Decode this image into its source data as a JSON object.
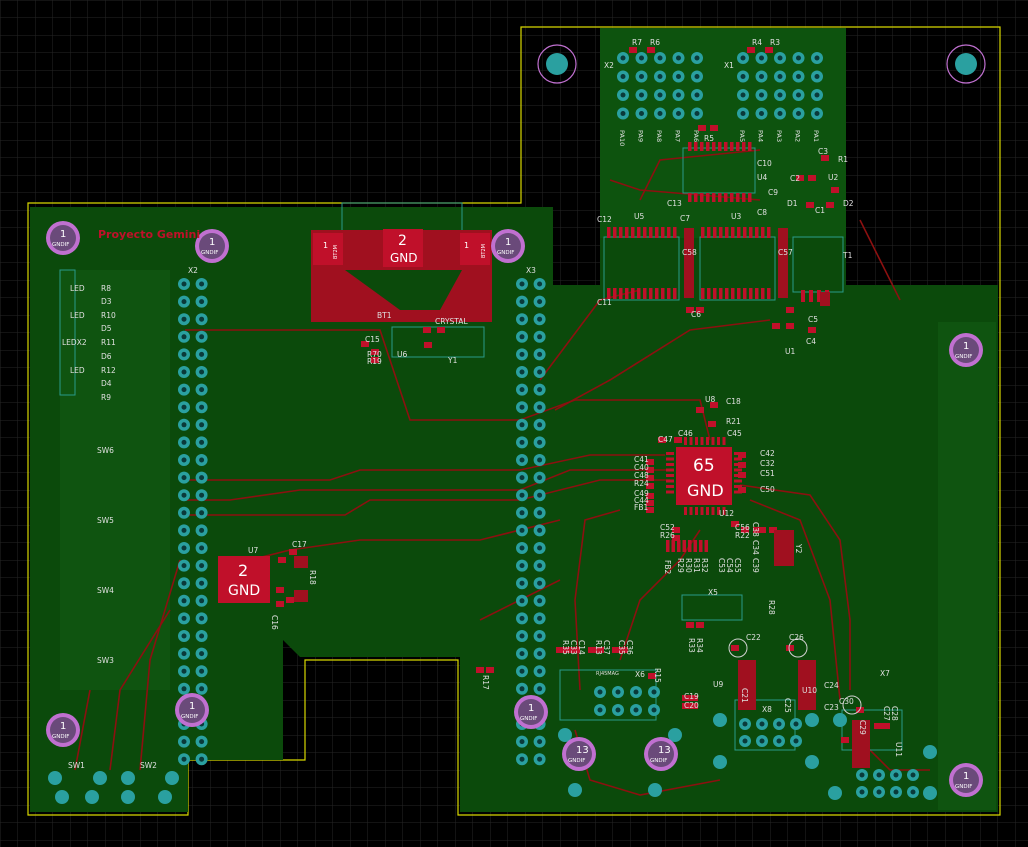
{
  "colors": {
    "background": "#000000",
    "grid": "#2a2a2a",
    "board_outline": "#d8d800",
    "copper_fill": "#0a4a0a",
    "copper_fill_light": "#0f5a10",
    "trace": "#a01010",
    "pad": "#c0102a",
    "mount_pad": "#2aa0a0",
    "mount_ring": "#c070d0",
    "silk": "#e0e0e0",
    "courtyard": "#2a9a8a"
  },
  "mounting_holes": [
    {
      "number": "1",
      "net": "GNDIF"
    },
    {
      "number": "1",
      "net": "GNDIF"
    },
    {
      "number": "1",
      "net": "GNDIF"
    },
    {
      "number": "1",
      "net": "GNDIF"
    },
    {
      "number": "1",
      "net": "GNDIF"
    },
    {
      "number": "1",
      "net": "GNDIF"
    },
    {
      "number": "1",
      "net": "GNDIF"
    },
    {
      "number": "1",
      "net": "GNDIF"
    },
    {
      "number": "13",
      "net": "GNDIF"
    },
    {
      "number": "13",
      "net": "GNDIF"
    }
  ],
  "big_pads": [
    {
      "number": "2",
      "net": "GND"
    },
    {
      "number": "65",
      "net": "GND"
    },
    {
      "number": "2",
      "net": "GND"
    }
  ],
  "battery_pads": [
    {
      "number": "1",
      "net": "BT2M"
    },
    {
      "number": "1",
      "net": "BT2M"
    }
  ],
  "references": {
    "bt1": "BT1",
    "crystal": "CRYSTAL",
    "y1": "Y1",
    "u6": "U6",
    "c15": "C15",
    "r70": "R70",
    "r19": "R19",
    "x2_left": "X2",
    "x3_right": "X3",
    "u7": "U7",
    "c17": "C17",
    "r18": "R18",
    "c16": "C16",
    "sw6": "SW6",
    "sw5": "SW5",
    "sw4": "SW4",
    "sw3": "SW3",
    "sw1": "SW1",
    "sw2": "SW2",
    "r8": "R8",
    "d3": "D3",
    "r10": "R10",
    "d5": "D5",
    "r11": "R11",
    "d6": "D6",
    "r12": "R12",
    "d4": "D4",
    "r9": "R9",
    "led1": "LED",
    "led2": "LED",
    "ledx2": "LEDX2",
    "led3": "LED",
    "r7": "R7",
    "r6": "R6",
    "r4": "R4",
    "r3": "R3",
    "x2_top": "X2",
    "x1_top": "X1",
    "r5": "R5",
    "c10": "C10",
    "c9": "C9",
    "u4": "U4",
    "c13": "C13",
    "c7": "C7",
    "u3": "U3",
    "c8": "C8",
    "u5": "U5",
    "c12": "C12",
    "r1": "R1",
    "u2": "U2",
    "c2": "C2",
    "c3": "C3",
    "d1": "D1",
    "d2": "D2",
    "c1": "C1",
    "c58": "C58",
    "c57": "C57",
    "t1": "T1",
    "c11": "C11",
    "c6": "C6",
    "c5": "C5",
    "c4": "C4",
    "u1": "U1",
    "u8": "U8",
    "c18": "C18",
    "r21": "R21",
    "c46": "C46",
    "c47": "C47",
    "c45": "C45",
    "c42": "C42",
    "c32": "C32",
    "c51": "C51",
    "c50": "C50",
    "c41": "C41",
    "c40": "C40",
    "c48": "C48",
    "r24": "R24",
    "c49": "C49",
    "c44": "C44",
    "fb1": "FB1",
    "u12": "U12",
    "c52": "C52",
    "r26": "R26",
    "c56": "C56",
    "r22": "R22",
    "c38": "C38",
    "c34": "C34",
    "c39": "C39",
    "y2": "Y2",
    "fb2": "FB2",
    "r29": "R29",
    "r30": "R30",
    "r31": "R31",
    "r32": "R32",
    "c53": "C53",
    "c54": "C54",
    "c55": "C55",
    "x5": "X5",
    "r28": "R28",
    "r33": "R33",
    "r34": "R34",
    "c22": "C22",
    "c26": "C26",
    "u9": "U9",
    "c21": "C21",
    "c19": "C19",
    "c20": "C20",
    "x8": "X8",
    "u10": "U10",
    "c24": "C24",
    "c23": "C23",
    "c25": "C25",
    "c30": "C30",
    "x7": "X7",
    "c27": "C27",
    "c28": "C28",
    "c29": "C29",
    "u11": "U11",
    "rj45mag": "RJ45MAG",
    "x6": "X6",
    "r35": "R35",
    "c33": "C33",
    "c14": "C14",
    "r13": "R13",
    "c37": "C37",
    "c35": "C35",
    "c36": "C36",
    "r15": "R15",
    "r17": "R17"
  },
  "connector_pins_top": [
    "PA10",
    "PA9",
    "PA8",
    "PA7",
    "PA6",
    "PA5",
    "PA4",
    "PA3",
    "PA2",
    "PA1"
  ],
  "logo_text": "Proyecto Gemini"
}
